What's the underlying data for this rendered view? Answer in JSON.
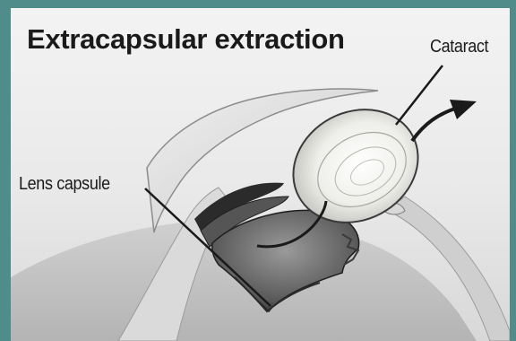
{
  "diagram": {
    "title": "Extracapsular extraction",
    "labels": {
      "cataract": "Cataract",
      "lens_capsule": "Lens capsule"
    },
    "colors": {
      "border": "#4f8c8a",
      "ink": "#1a1a1a",
      "lens": "#f4f4f0",
      "tissue_dark": "#2b2b2b",
      "tissue_mid": "#8a8a8a"
    }
  }
}
